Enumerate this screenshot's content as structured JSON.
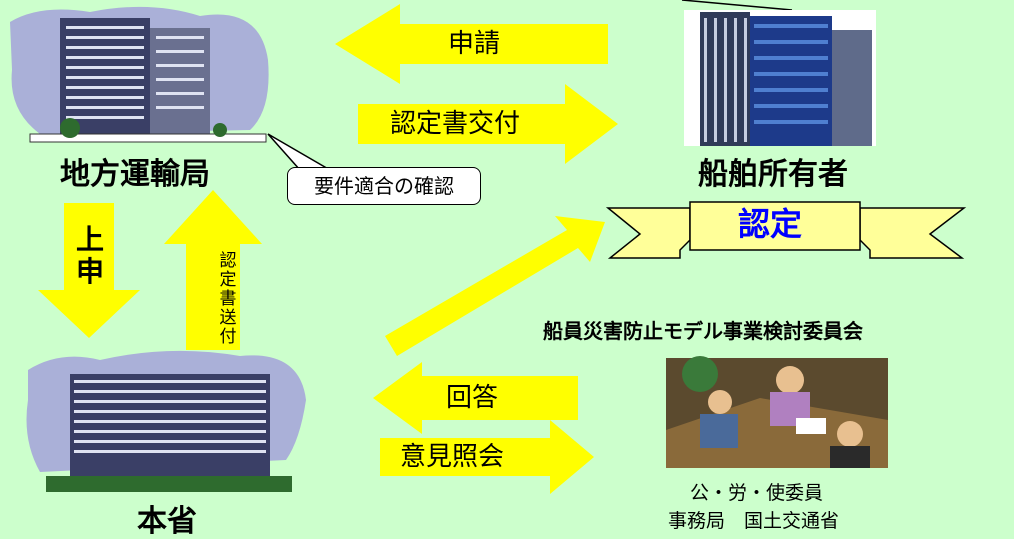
{
  "nodes": {
    "regional_bureau": "地方運輸局",
    "ship_owner": "船舶所有者",
    "ministry": "本省",
    "committee": "船員災害防止モデル事業検討委員会"
  },
  "arrows": {
    "application": "申請",
    "certificate_issue": "認定書交付",
    "report_up": "上申",
    "certificate_send": "認定書送付",
    "answer": "回答",
    "opinion_inquiry": "意見照会"
  },
  "callout": {
    "requirement_check": "要件適合の確認"
  },
  "banner": {
    "certified": "認定"
  },
  "committee_members": {
    "line1": "公・労・使委員",
    "line2": "事務局　国土交通省"
  },
  "colors": {
    "background": "#ccffcc",
    "arrow_yellow": "#ffff00",
    "banner_fill": "#ffff99",
    "banner_text": "#0000ff"
  }
}
